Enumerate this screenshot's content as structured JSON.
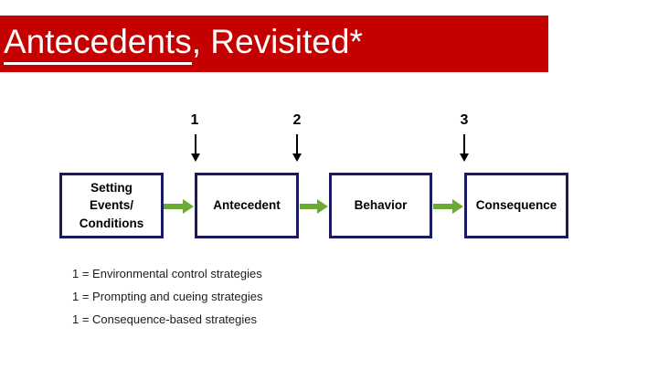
{
  "colors": {
    "banner_red": "#c50000",
    "box_border_navy": "#1b1b63",
    "arrow_green": "#6cab33",
    "box_text": "#000000",
    "title_text": "#ffffff",
    "legend_text": "#1c1c1c"
  },
  "title": {
    "underlined": "Antecedents",
    "rest": ", Revisited*"
  },
  "markers": [
    {
      "label": "1"
    },
    {
      "label": "2"
    },
    {
      "label": "3"
    }
  ],
  "flow_boxes": [
    {
      "label": "Setting\nEvents/\nConditions"
    },
    {
      "label": "Antecedent"
    },
    {
      "label": "Behavior"
    },
    {
      "label": "Consequence"
    }
  ],
  "legend": [
    "1 = Environmental control strategies",
    "1 = Prompting and cueing strategies",
    "1 = Consequence-based strategies"
  ]
}
